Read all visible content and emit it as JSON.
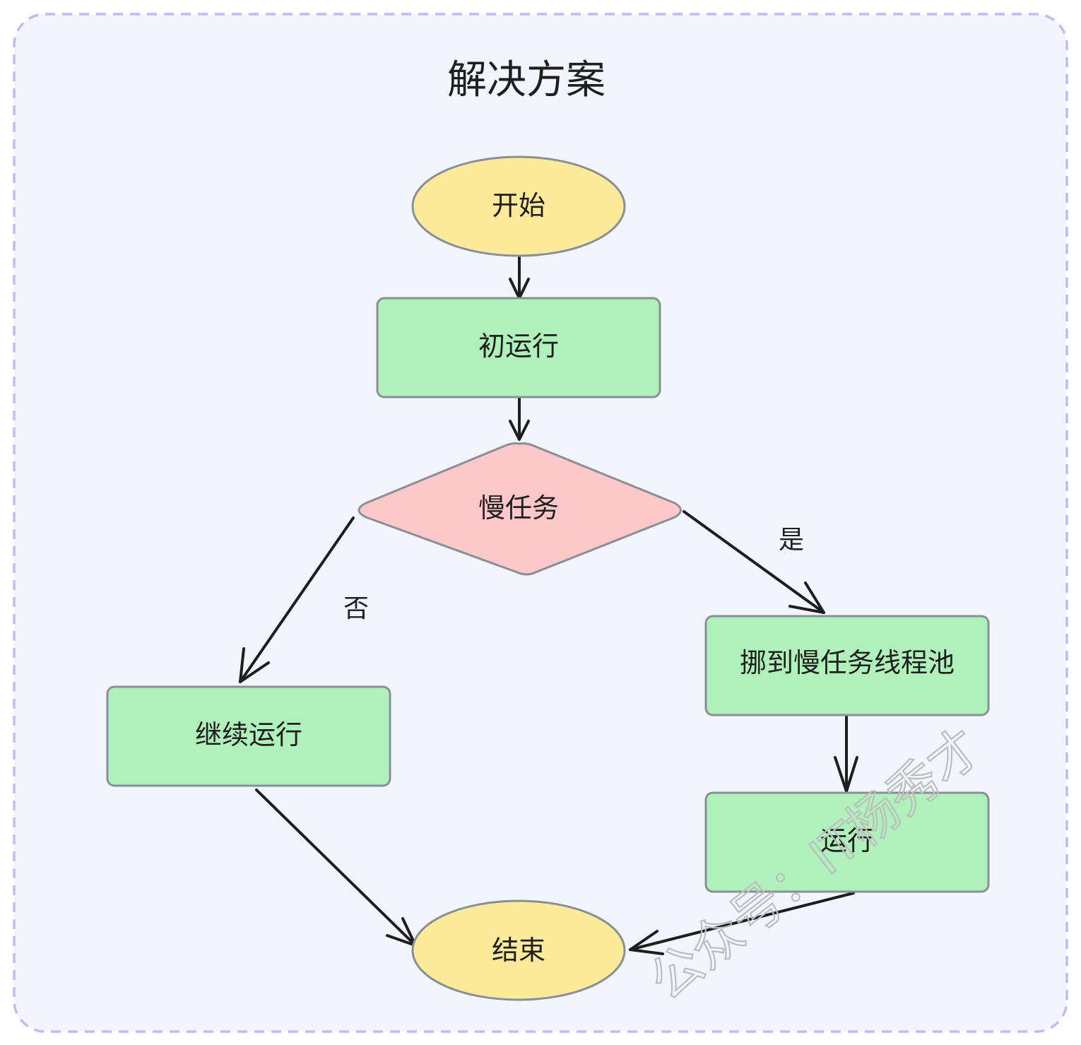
{
  "diagram": {
    "title": "解决方案",
    "nodes": {
      "start": {
        "label": "开始",
        "shape": "ellipse"
      },
      "init_run": {
        "label": "初运行",
        "shape": "rect"
      },
      "decision": {
        "label": "慢任务",
        "shape": "diamond"
      },
      "continue_run": {
        "label": "继续运行",
        "shape": "rect"
      },
      "move_pool": {
        "label": "挪到慢任务线程池",
        "shape": "rect"
      },
      "run": {
        "label": "运行",
        "shape": "rect"
      },
      "end": {
        "label": "结束",
        "shape": "ellipse"
      }
    },
    "edges": {
      "no": {
        "label": "否"
      },
      "yes": {
        "label": "是"
      }
    },
    "watermark": "公众号：IT杨秀才",
    "colors": {
      "frame_fill": "#f2f5fd",
      "frame_border": "#c9b6f2",
      "terminal_fill": "#fdea9b",
      "process_fill": "#b0f1bb",
      "decision_fill": "#fec8ca",
      "node_border": "#8a8f96",
      "arrow": "#1e1e1e"
    }
  }
}
